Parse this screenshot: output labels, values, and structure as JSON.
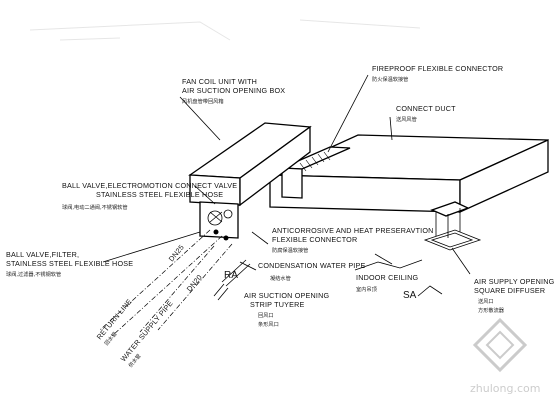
{
  "labels": {
    "fan_coil_en": "FAN COIL UNIT WITH\nAIR SUCTION OPENING BOX",
    "fan_coil_cn": "风机盘管带回风箱",
    "fireproof_en": "FIREPROOF  FLEXIBLE  CONNECTOR",
    "fireproof_cn": "防火保温软接管",
    "connect_duct_en": "CONNECT DUCT",
    "connect_duct_cn": "送风风管",
    "ball_valve_elec_en": "BALL VALVE,ELECTROMOTION CONNECT VALVE\nSTAINLESS STEEL FLEXIBLE HOSE",
    "ball_valve_elec_cn": "球阀,电动二通阀,不锈钢软管",
    "ball_valve_filter_en": "BALL VALVE,FILTER,\nSTAINLESS STEEL FLEXIBLE HOSE",
    "ball_valve_filter_cn": "球阀,过滤器,不锈钢软管",
    "anticorrosive_en": "ANTICORROSIVE AND HEAT PRESERAVTION\nFLEXIBLE CONNECTOR",
    "anticorrosive_cn": "防腐保温软接管",
    "condensation_en": "CONDENSATION WATER PIPE",
    "condensation_cn": "凝结水管",
    "indoor_ceiling_en": "INDOOR CEILING",
    "indoor_ceiling_cn": "室内吊顶",
    "air_suction_en": "AIR SUCTION OPENING\nSTRIP TUYERE",
    "air_suction_cn": "回风口\n条形风口",
    "air_supply_en": "AIR SUPPLY OPENING\nSQUARE DIFFUSER",
    "air_supply_cn": "送风口\n方形散流器",
    "ra": "RA",
    "sa": "SA",
    "dn25": "DN25",
    "dn20": "DN20",
    "return_line": "RETURN LINE",
    "return_line_cn": "回水管",
    "water_supply": "WATER SUPPLY PIPE",
    "water_supply_cn": "供水管",
    "watermark": "zhulong.com"
  }
}
